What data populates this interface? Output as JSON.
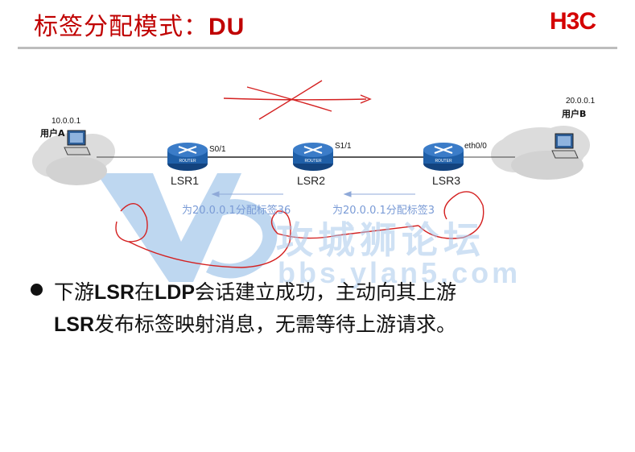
{
  "title": {
    "prefix": "标签分配模式：",
    "mode": "DU"
  },
  "logo": {
    "text": "H3C",
    "color": "#d40000"
  },
  "user_a": {
    "ip": "10.0.0.1",
    "label": "用户A"
  },
  "user_b": {
    "ip": "20.0.0.1",
    "label": "用户B"
  },
  "routers": [
    {
      "name": "LSR1",
      "badge": "ROUTER"
    },
    {
      "name": "LSR2",
      "badge": "ROUTER"
    },
    {
      "name": "LSR3",
      "badge": "ROUTER"
    }
  ],
  "ports": {
    "lsr1": "S0/1",
    "lsr2": "S1/1",
    "lsr3": "eth0/0"
  },
  "annotations": {
    "lsr2_to_lsr1": "为20.0.0.1分配标签36",
    "lsr3_to_lsr2": "为20.0.0.1分配标签3"
  },
  "watermark": {
    "main": "攻城狮论坛",
    "url": "bbs.ylan5.com"
  },
  "bullet": {
    "line1_a": "下游",
    "line1_b": "LSR",
    "line1_c": "在",
    "line1_d": "LDP",
    "line1_e": "会话建立成功，主动向其上游",
    "line2_a": "LSR",
    "line2_b": "发布标签映射消息，无需等待上游请求。"
  },
  "colors": {
    "title": "#c00000",
    "annotation": "#7a9bd6",
    "router": "#1f5fa8",
    "scribble": "#d42020"
  }
}
